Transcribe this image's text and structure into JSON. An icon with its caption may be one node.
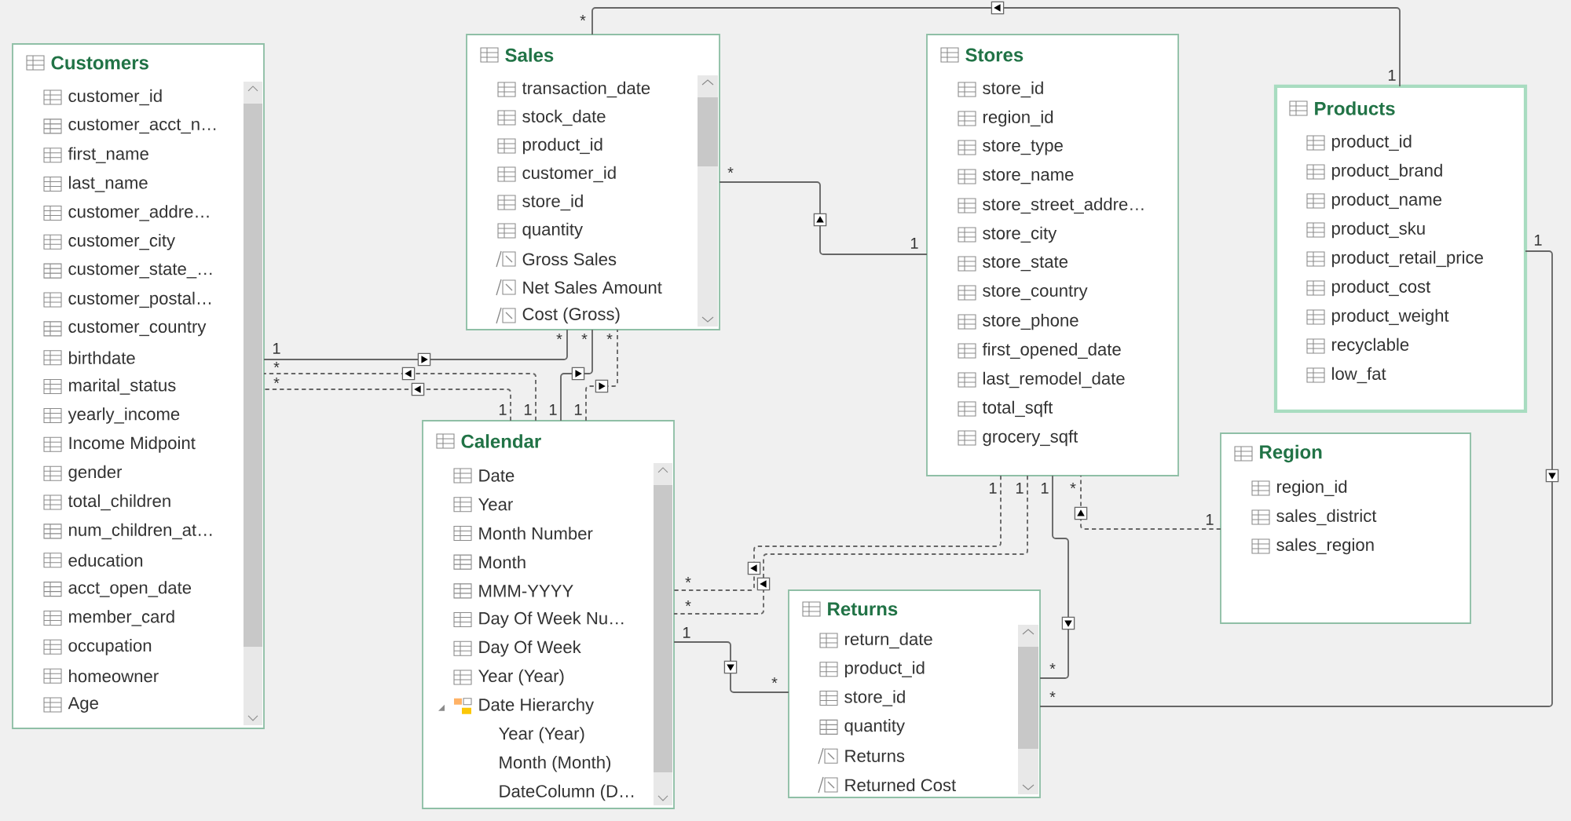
{
  "diagram": {
    "nodes": [
      {
        "text": [
          "Customers",
          "customer_id",
          "customer_acct_n…",
          "first_name",
          "last_name",
          "customer_addre…",
          "customer_city",
          "customer_state_…",
          "customer_postal…",
          "customer_country",
          "birthdate",
          "marital_status",
          "yearly_income",
          "Income Midpoint",
          "gender",
          "total_children",
          "num_children_at…",
          "education",
          "acct_open_date",
          "member_card",
          "occupation",
          "homeowner",
          "Age"
        ]
      },
      {
        "text": [
          "Sales",
          "transaction_date",
          "stock_date",
          "product_id",
          "customer_id",
          "store_id",
          "quantity",
          "Gross Sales",
          "Net Sales Amount",
          "Cost (Gross)"
        ]
      },
      {
        "text": [
          "Stores",
          "store_id",
          "region_id",
          "store_type",
          "store_name",
          "store_street_addre…",
          "store_city",
          "store_state",
          "store_country",
          "store_phone",
          "first_opened_date",
          "last_remodel_date",
          "total_sqft",
          "grocery_sqft"
        ]
      },
      {
        "text": [
          "Products",
          "product_id",
          "product_brand",
          "product_name",
          "product_sku",
          "product_retail_price",
          "product_cost",
          "product_weight",
          "recyclable",
          "low_fat"
        ]
      },
      {
        "text": [
          "Calendar",
          "Date",
          "Year",
          "Month Number",
          "Month",
          "MMM-YYYY",
          "Day Of Week Nu…",
          "Day Of Week",
          "Year (Year)",
          "Date Hierarchy",
          "Year (Year)",
          "Month (Month)",
          "DateColumn (D…"
        ]
      },
      {
        "text": [
          "Region",
          "region_id",
          "sales_district",
          "sales_region"
        ]
      },
      {
        "text": [
          "Returns",
          "return_date",
          "product_id",
          "store_id",
          "quantity",
          "Returns",
          "Returned Cost"
        ]
      }
    ],
    "edges": [
      {
        "from": 0,
        "to": 1,
        "arrow": "to"
      },
      {
        "from": 4,
        "to": 0,
        "arrow": "to",
        "style": "dashed"
      },
      {
        "from": 4,
        "to": 0,
        "arrow": "to",
        "style": "dashed"
      },
      {
        "from": 4,
        "to": 1,
        "arrow": "to"
      },
      {
        "from": 4,
        "to": 1,
        "arrow": "to",
        "style": "dashed"
      },
      {
        "from": 2,
        "to": 1,
        "arrow": "to"
      },
      {
        "from": 3,
        "to": 1,
        "arrow": "to"
      },
      {
        "from": 2,
        "to": 4,
        "arrow": "to",
        "style": "dashed"
      },
      {
        "from": 2,
        "to": 4,
        "arrow": "to",
        "style": "dashed"
      },
      {
        "from": 4,
        "to": 6,
        "arrow": "to"
      },
      {
        "from": 2,
        "to": 6,
        "arrow": "to"
      },
      {
        "from": 5,
        "to": 2,
        "arrow": "to",
        "style": "dashed"
      },
      {
        "from": 3,
        "to": 6,
        "arrow": "to"
      }
    ],
    "labels": [
      "*",
      "1",
      "*",
      "1",
      "1",
      "*",
      "*",
      "*",
      "1",
      "*",
      "*",
      "1",
      "1",
      "1",
      "1",
      "1",
      "1",
      "1",
      "*",
      "1",
      "*",
      "*",
      "1",
      "*",
      "*",
      "*"
    ]
  }
}
